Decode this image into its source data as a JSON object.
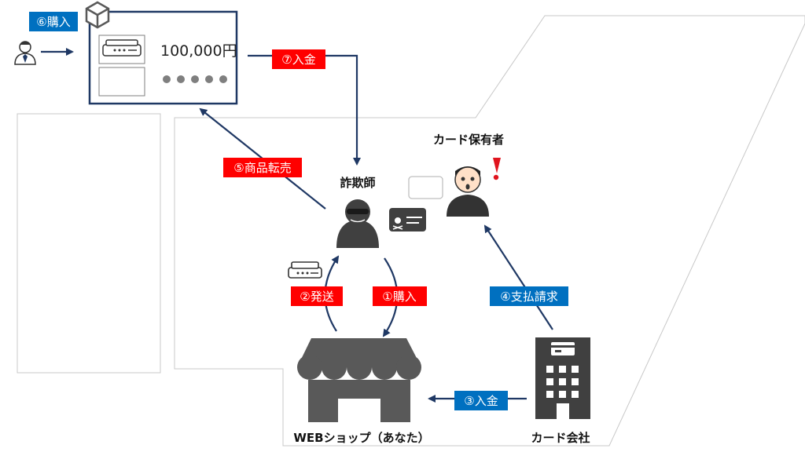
{
  "labels": {
    "step1": "①購入",
    "step2": "②発送",
    "step3": "③入金",
    "step4": "④支払請求",
    "step5": "⑤商品転売",
    "step6": "⑥購入",
    "step7": "⑦入金"
  },
  "captions": {
    "fraudster": "詐欺師",
    "card_holder": "カード保有者",
    "shop": "WEBショップ（あなた）",
    "card_company": "カード会社"
  },
  "listing": {
    "price": "100,000円"
  },
  "colors": {
    "red_badge": "#ff0000",
    "blue_badge": "#0070c0",
    "arrow": "#1f3864",
    "icon_gray": "#595959",
    "alert": "#e0141e"
  }
}
